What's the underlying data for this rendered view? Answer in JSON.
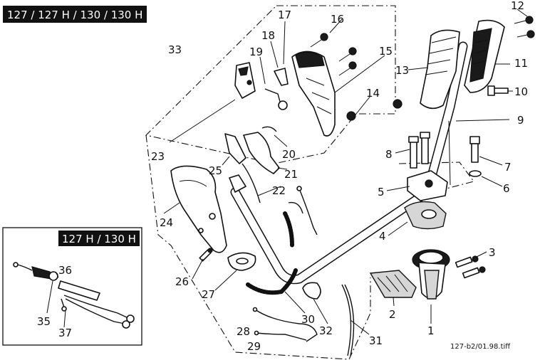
{
  "header": {
    "models": "127 / 127 H / 130 / 130 H"
  },
  "inset": {
    "models": "127 H / 130 H"
  },
  "file_name": "127-b2/01.98.tiff",
  "callouts": {
    "c1": "1",
    "c2": "2",
    "c3": "3",
    "c4": "4",
    "c5": "5",
    "c6": "6",
    "c7": "7",
    "c8": "8",
    "c9": "9",
    "c10": "10",
    "c11": "11",
    "c12": "12",
    "c13": "13",
    "c14": "14",
    "c15": "15",
    "c16": "16",
    "c17": "17",
    "c18": "18",
    "c19": "19",
    "c20": "20",
    "c21": "21",
    "c22": "22",
    "c23": "23",
    "c24": "24",
    "c25": "25",
    "c26": "26",
    "c27": "27",
    "c28": "28",
    "c29": "29",
    "c30": "30",
    "c31": "31",
    "c32": "32",
    "c33": "33",
    "c35": "35",
    "c36": "36",
    "c37": "37"
  }
}
